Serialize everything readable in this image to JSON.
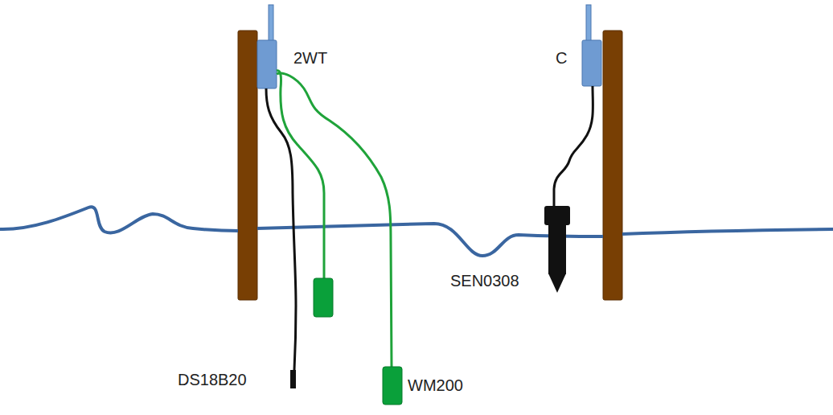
{
  "diagram": {
    "labels": [
      "2WT",
      "C",
      "SEN0308",
      "DS18B20",
      "WM200"
    ]
  }
}
